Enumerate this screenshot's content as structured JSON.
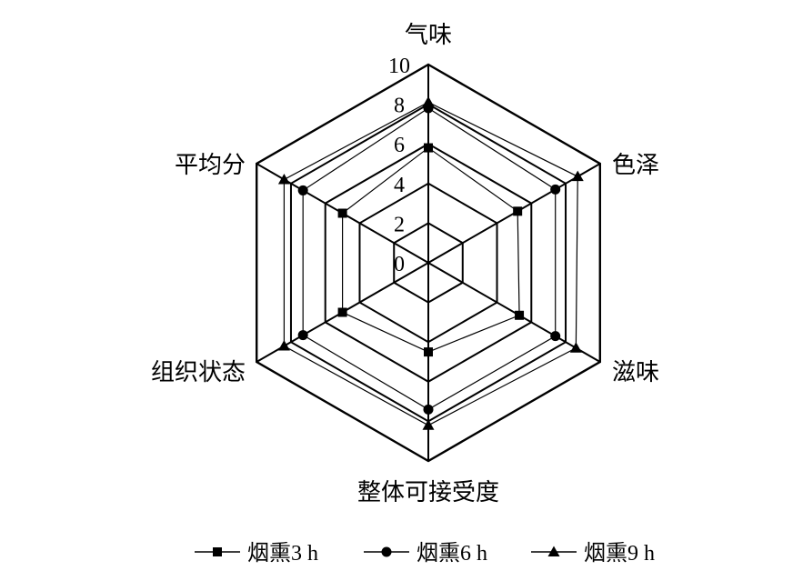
{
  "chart_data": {
    "type": "radar",
    "axes": [
      "气味",
      "色泽",
      "滋味",
      "整体可接受度",
      "组织状态",
      "平均分"
    ],
    "range": [
      0,
      10
    ],
    "ticks": [
      0,
      2,
      4,
      6,
      8,
      10
    ],
    "tick_labels": [
      "0",
      "2",
      "4",
      "6",
      "8",
      "10"
    ],
    "grid": true,
    "legend_position": "bottom",
    "series": [
      {
        "name": "烟熏3 h",
        "marker": "square",
        "values": [
          5.8,
          5.2,
          5.3,
          4.5,
          5.0,
          5.0
        ]
      },
      {
        "name": "烟熏6 h",
        "marker": "circle",
        "values": [
          7.8,
          7.4,
          7.4,
          7.4,
          7.3,
          7.3
        ]
      },
      {
        "name": "烟熏9 h",
        "marker": "triangle",
        "values": [
          8.1,
          8.7,
          8.6,
          8.2,
          8.4,
          8.4
        ]
      }
    ]
  }
}
